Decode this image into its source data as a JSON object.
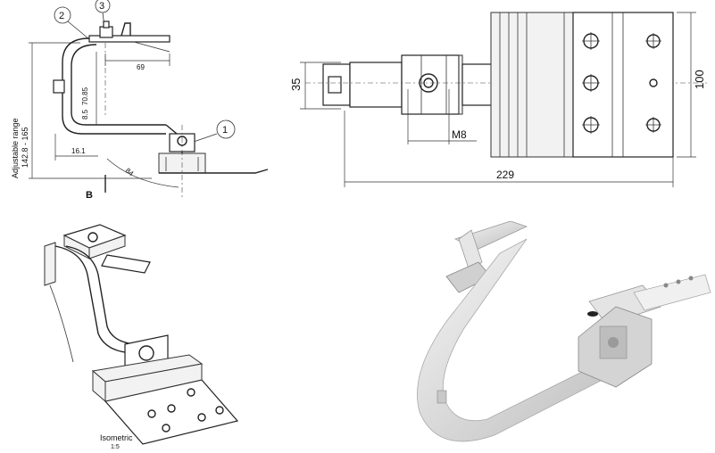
{
  "side_view": {
    "callouts": [
      "2",
      "3",
      "1"
    ],
    "vertical_label_line1": "Adjustable range",
    "vertical_label_line2": "142.8 - 165",
    "dims": {
      "top_offset": "69",
      "height": "70.85",
      "thickness": "8.5",
      "width": "16.1",
      "angle": "84",
      "section": "B"
    }
  },
  "top_view": {
    "dims": {
      "height_left": "35",
      "bolt": "M8",
      "length": "229",
      "height_right": "100"
    }
  },
  "iso_view": {
    "caption_line1": "Isometric",
    "caption_line2": "1:5"
  },
  "photo_view": {}
}
